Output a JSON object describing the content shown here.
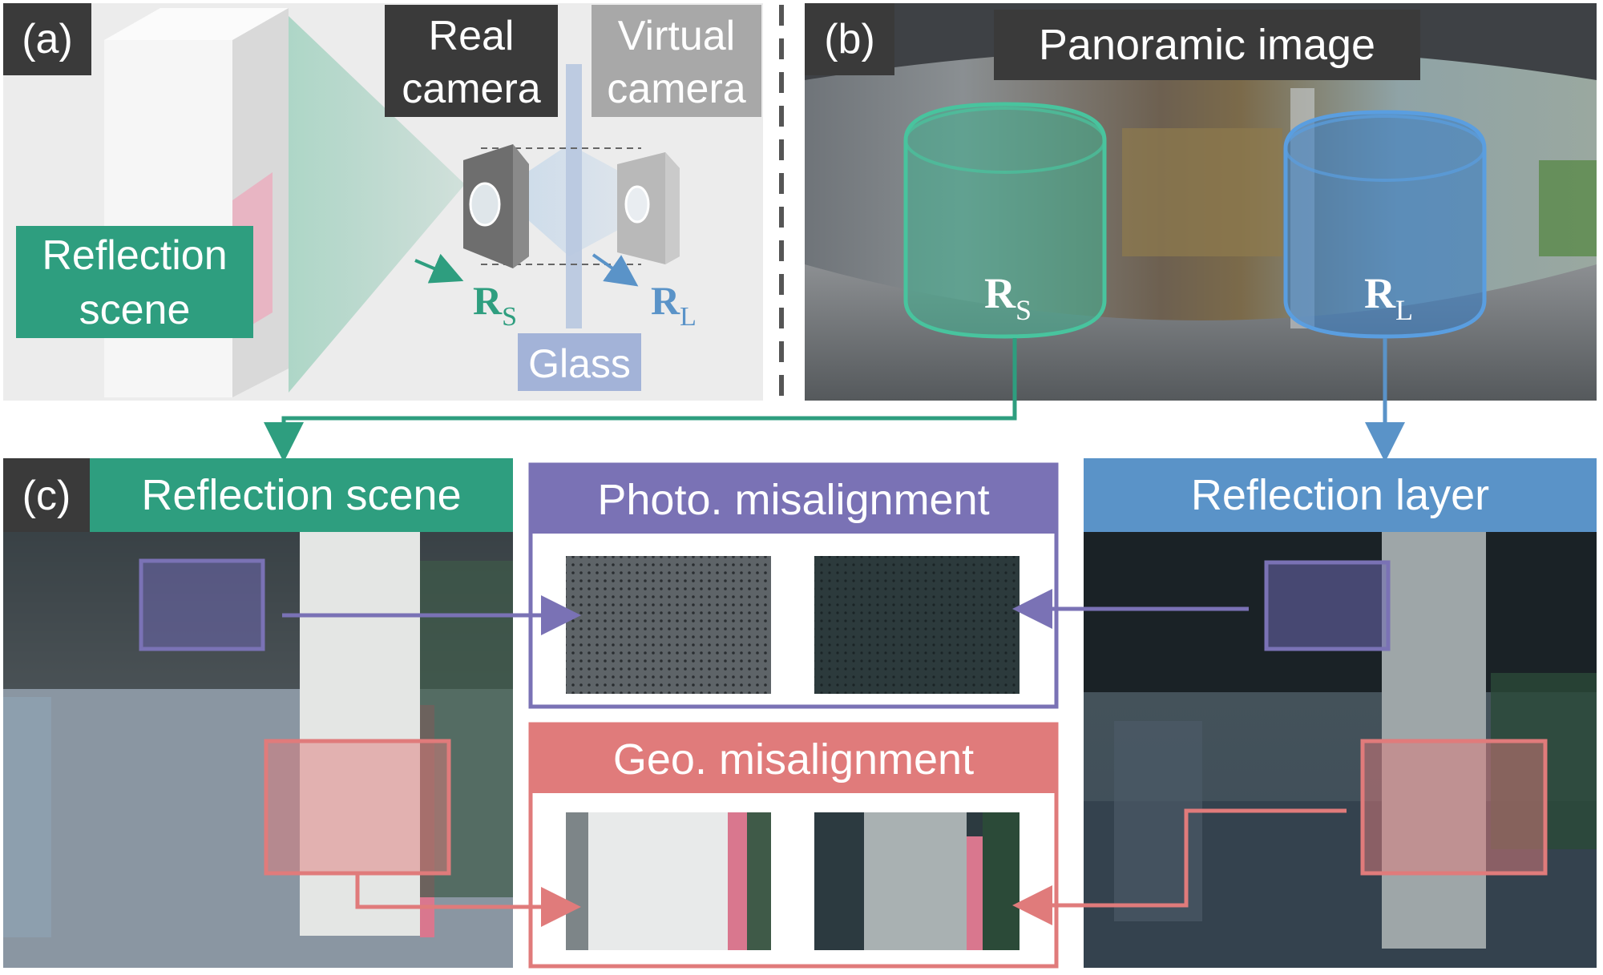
{
  "panel_a": {
    "tag": "(a)",
    "real_camera": [
      "Real",
      "camera"
    ],
    "virtual_camera": [
      "Virtual",
      "camera"
    ],
    "reflection_scene": [
      "Reflection",
      "scene"
    ],
    "glass": "Glass",
    "rs_main": "R",
    "rs_sub": "S",
    "rl_main": "R",
    "rl_sub": "L"
  },
  "panel_b": {
    "tag": "(b)",
    "title": "Panoramic image",
    "rs_main": "R",
    "rs_sub": "S",
    "rl_main": "R",
    "rl_sub": "L"
  },
  "panel_c": {
    "tag": "(c)",
    "reflection_scene": "Reflection scene",
    "reflection_layer": "Reflection layer",
    "photo_misalignment": "Photo. misalignment",
    "geo_misalignment": "Geo. misalignment"
  },
  "colors": {
    "teal": "#2e9e7f",
    "blue": "#5a93c8",
    "purple": "#7a72b5",
    "salmon": "#e07b7b",
    "dark_label": "#3a3a3a",
    "gray_label": "#a8a8a8"
  }
}
